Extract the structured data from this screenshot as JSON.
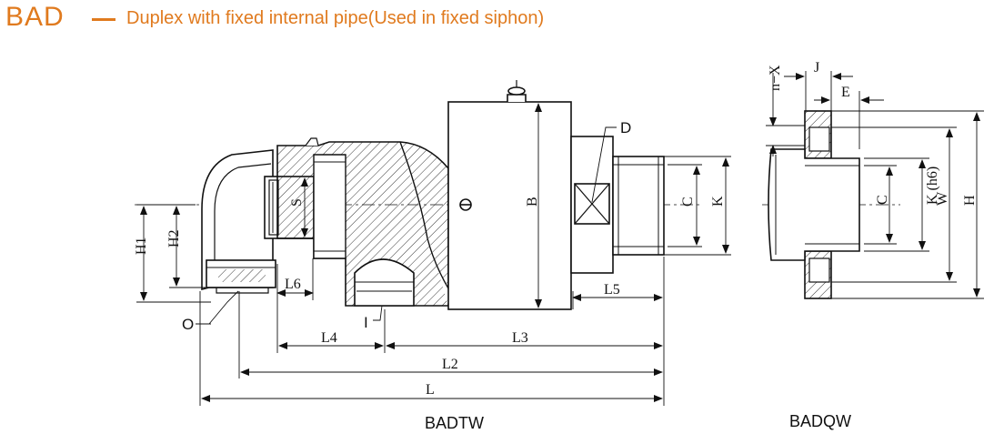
{
  "title": {
    "code": "BAD",
    "description": "Duplex with fixed internal pipe(Used in fixed siphon)",
    "color": "#e07a1e"
  },
  "left_view": {
    "caption": "BADTW",
    "labels": {
      "D": "D",
      "B": "B",
      "C": "C",
      "K": "K",
      "S": "S",
      "H1": "H1",
      "H2": "H2",
      "L6": "L6",
      "L5": "L5",
      "L4": "L4",
      "L3": "L3",
      "L2": "L2",
      "L": "L",
      "O": "O",
      "I": "I"
    }
  },
  "right_view": {
    "caption": "BADQW",
    "labels": {
      "nX": "n−X",
      "J": "J",
      "E": "E",
      "C": "C",
      "Kh6": "K (h6)",
      "W": "W",
      "H": "H"
    }
  }
}
